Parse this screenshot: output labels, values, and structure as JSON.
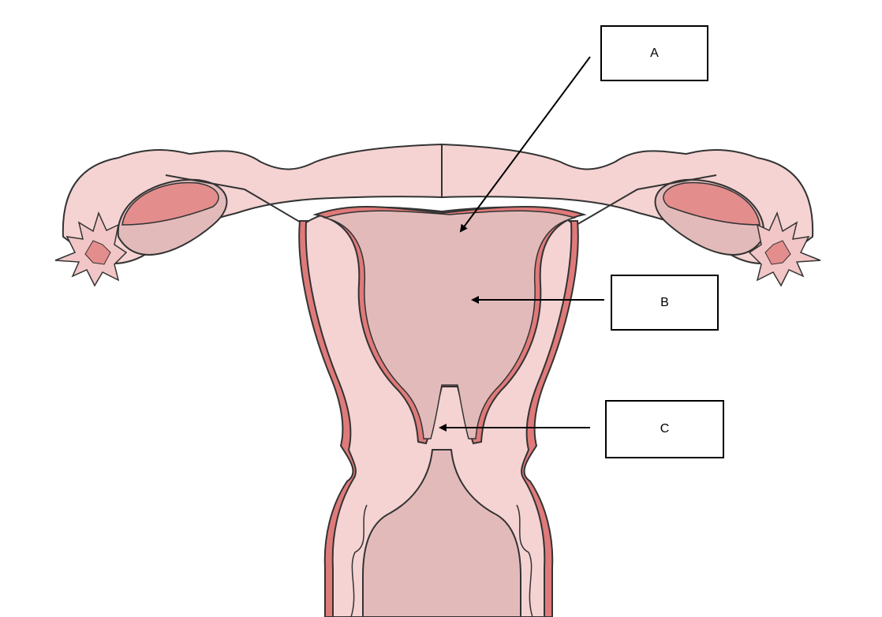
{
  "labels": {
    "a": "A",
    "b": "B",
    "c": "C"
  },
  "colors": {
    "outline": "#333333",
    "tissue_light": "#f5d3d3",
    "tissue_medium": "#e3baba",
    "tissue_dark": "#e48d8d",
    "muscle_band": "#e07a7a",
    "arrow": "#000000"
  }
}
